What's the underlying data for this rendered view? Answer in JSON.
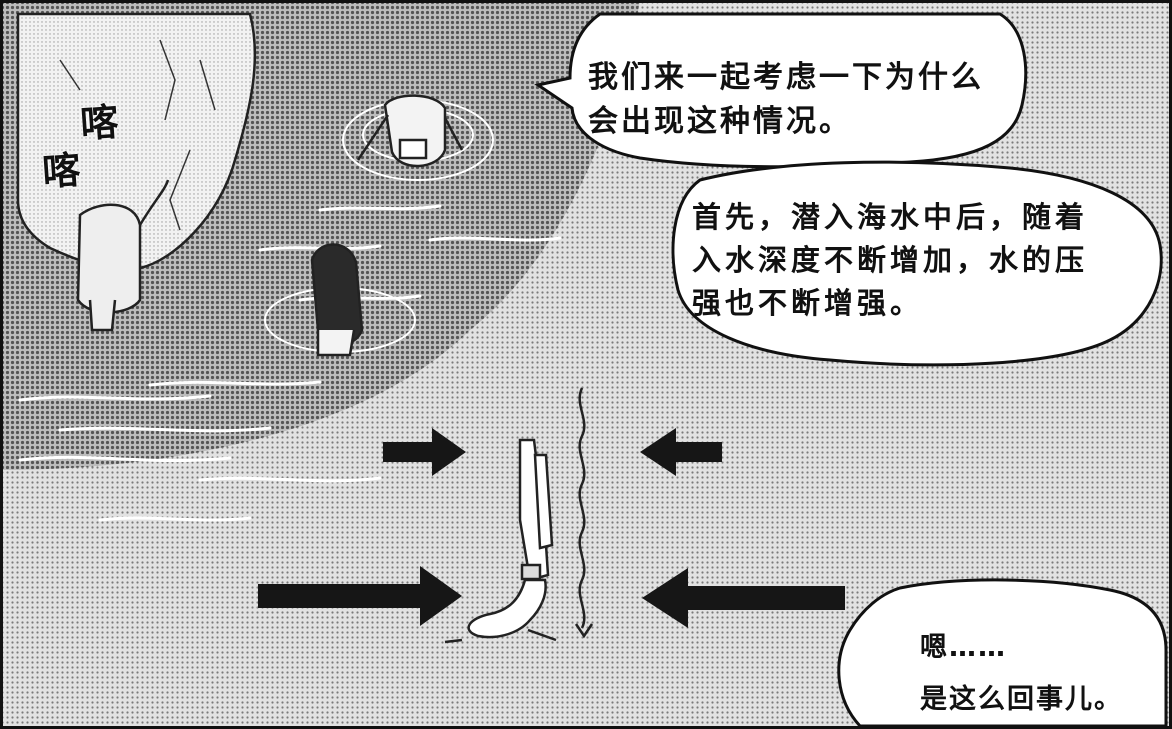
{
  "panel": {
    "bubble_top": {
      "lines": [
        "我们来一起考虑一下为什么",
        "会出现这种情况。"
      ]
    },
    "bubble_middle": {
      "lines": [
        "首先，潜入海水中后，随着",
        "入水深度不断增加，水的压",
        "强也不断增强。"
      ]
    },
    "bubble_bottom": {
      "lines": [
        "嗯……",
        "是这么回事儿。"
      ]
    },
    "sound_effects": [
      "喀",
      "喀"
    ],
    "colors": {
      "water_dark": "#8a8a8a",
      "water_light": "#c9c9c9",
      "ink": "#111111",
      "paper": "#ffffff"
    }
  }
}
